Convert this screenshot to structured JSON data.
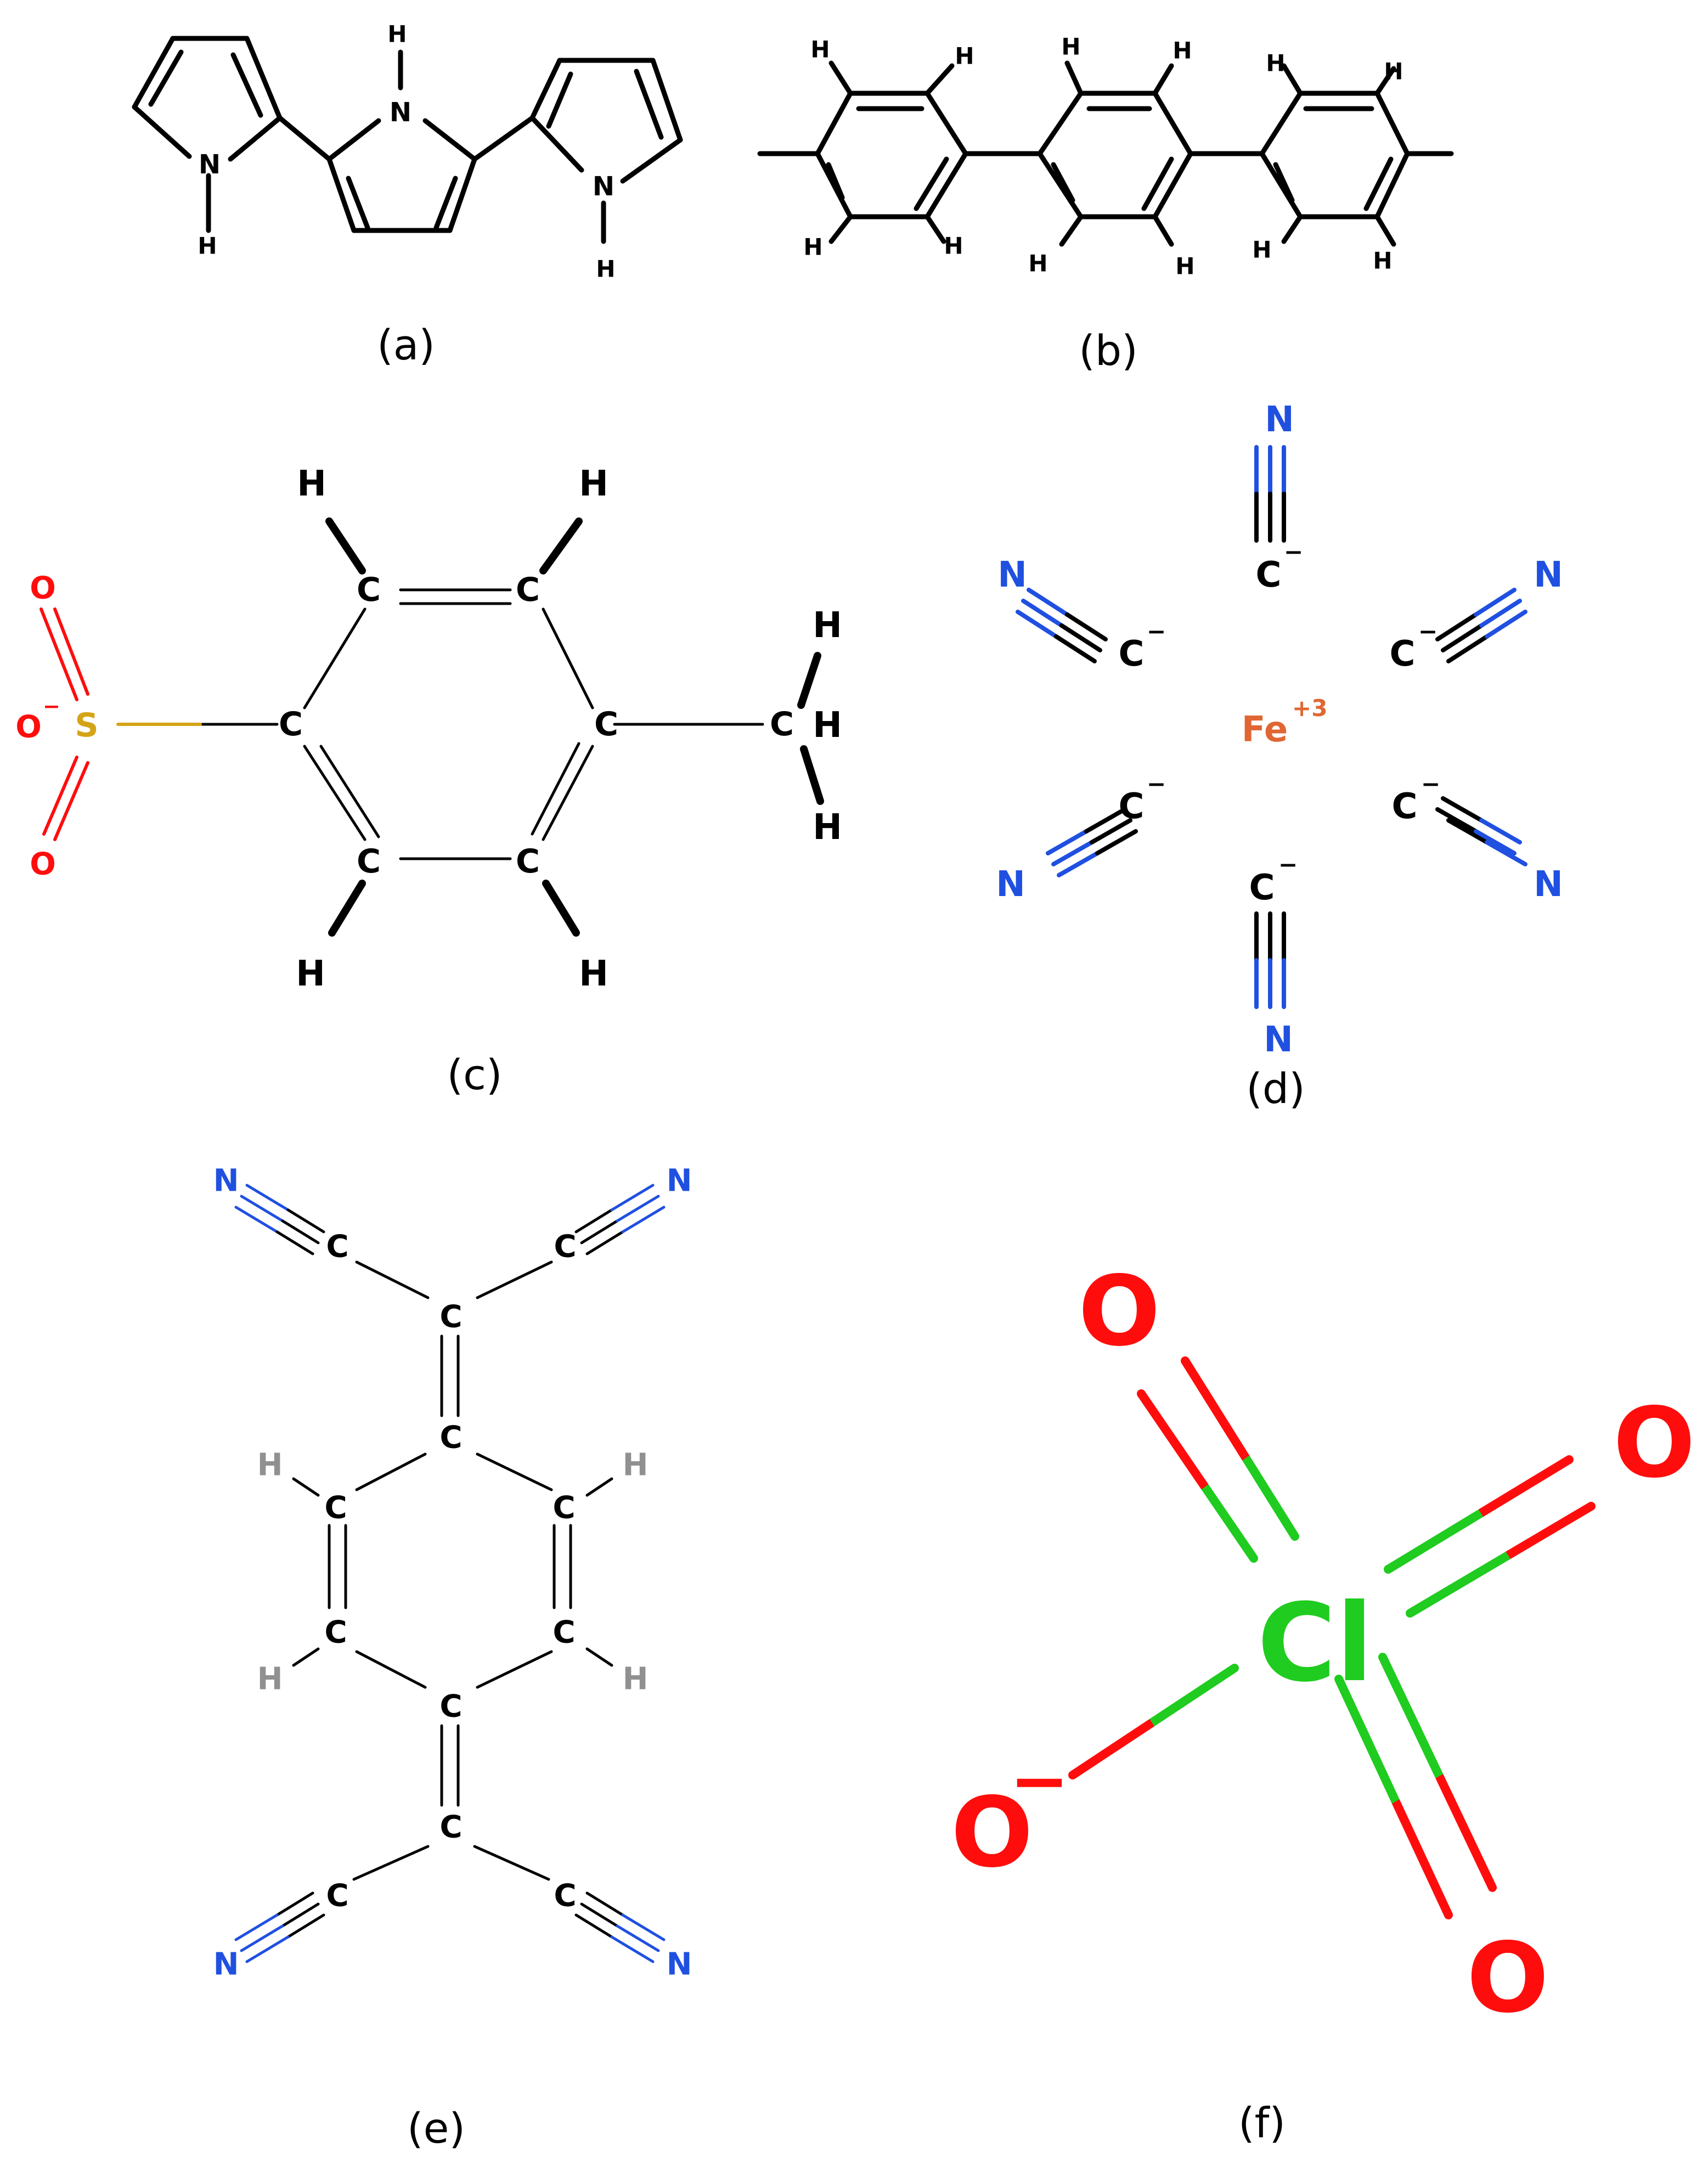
{
  "captions": {
    "a": "(a)",
    "b": "(b)",
    "c": "(c)",
    "d": "(d)",
    "e": "(e)",
    "f": "(f)"
  },
  "atoms": {
    "C": "C",
    "H": "H",
    "N": "N",
    "O": "O",
    "S": "S",
    "Fe": "Fe",
    "Cl": "Cl"
  },
  "charges": {
    "minus": "−",
    "plus3": "+3"
  },
  "colors": {
    "bond_black": "#000000",
    "nitrogen_blue": "#2050e0",
    "oxygen_red": "#ff0d0d",
    "sulfur_yellow": "#d4a418",
    "iron_orange": "#e06633",
    "chlorine_green": "#1fcc1f",
    "hydrogen_gray": "#909090"
  }
}
